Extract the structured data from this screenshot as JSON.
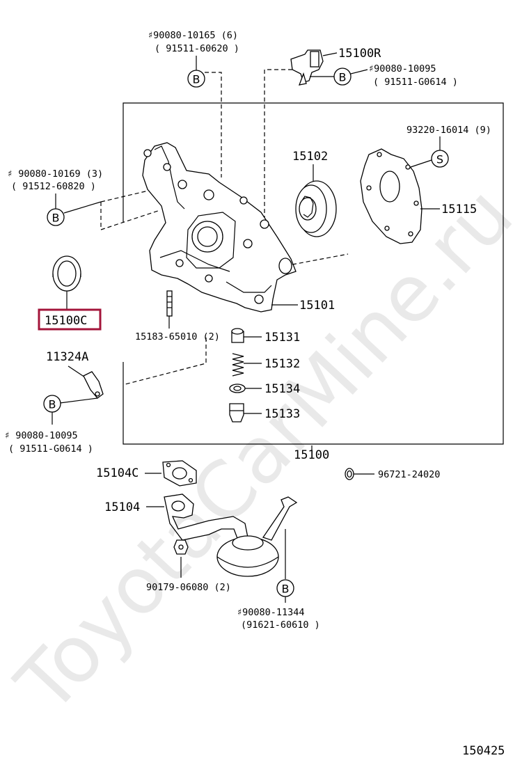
{
  "watermark": "ToyotaCarMine.ru",
  "diagram_id": "150425",
  "highlighted_part": "15100C",
  "assembly_label": "15100",
  "bolt_symbol": "B",
  "stud_symbol": "S",
  "parts": {
    "p15100R": "15100R",
    "b_top_no": "♯90080-10165 (6)",
    "b_top_alt": "( 91511-60620 )",
    "b_sensor_no": "♯90080-10095",
    "b_sensor_alt": "( 91511-G0614 )",
    "b_left_no": "♯ 90080-10169 (3)",
    "b_left_alt": "( 91512-60820 )",
    "s_no": "93220-16014 (9)",
    "p15102": "15102",
    "p15115": "15115",
    "p15101": "15101",
    "p15100C": "15100C",
    "p15183": "15183-65010 (2)",
    "p15131": "15131",
    "p15132": "15132",
    "p15134": "15134",
    "p15133": "15133",
    "p11324A": "11324A",
    "b_bracket_no": "♯ 90080-10095",
    "b_bracket_alt": "( 91511-G0614 )",
    "p15104C": "15104C",
    "p96721": "96721-24020",
    "p15104": "15104",
    "p90179": "90179-06080 (2)",
    "b_bottom_no": "♯90080-11344",
    "b_bottom_alt": "(91621-60610 )"
  }
}
